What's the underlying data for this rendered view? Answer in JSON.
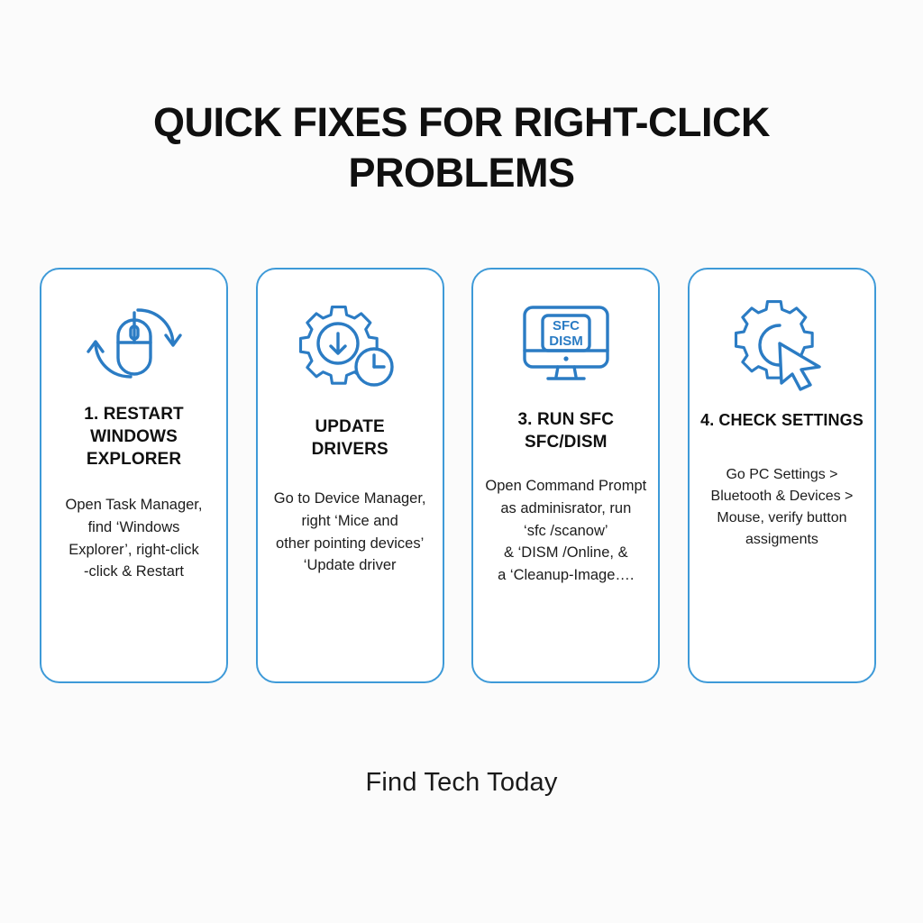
{
  "background_color": "#fbfbfb",
  "accent_color": "#3e9ad8",
  "icon_color": "#2b7cc4",
  "heading_color": "#101010",
  "title": "QUICK FIXES FOR RIGHT-CLICK PROBLEMS",
  "footer": {
    "brand": "Find Tech Today"
  },
  "cards": [
    {
      "icon_name": "mouse-restart-icon",
      "heading": "1. RESTART\nWINDOWS\nEXPLORER",
      "body": "Open Task Manager,\nfind ‘Windows\nExplorer’, right-click\n-click & Restart"
    },
    {
      "icon_name": "gear-download-clock-icon",
      "heading": "UPDATE\nDRIVERS",
      "body": "Go to Device Manager,\nright ‘Mice and\nother pointing devices’\n‘Update driver"
    },
    {
      "icon_name": "monitor-sfc-dism-icon",
      "icon_line1": "SFC",
      "icon_line2": "DISM",
      "heading": "3. RUN SFC\nSFC/DISM",
      "body": "Open Command Prompt\nas adminisrator, run\n‘sfc /scanow’\n& ‘DISM /Online, &\na ‘Cleanup-Image…."
    },
    {
      "icon_name": "gear-cursor-icon",
      "heading": "4. CHECK SETTINGS",
      "body": "Go PC Settings >\nBluetooth & Devices >\nMouse, verify button\nassigments"
    }
  ]
}
